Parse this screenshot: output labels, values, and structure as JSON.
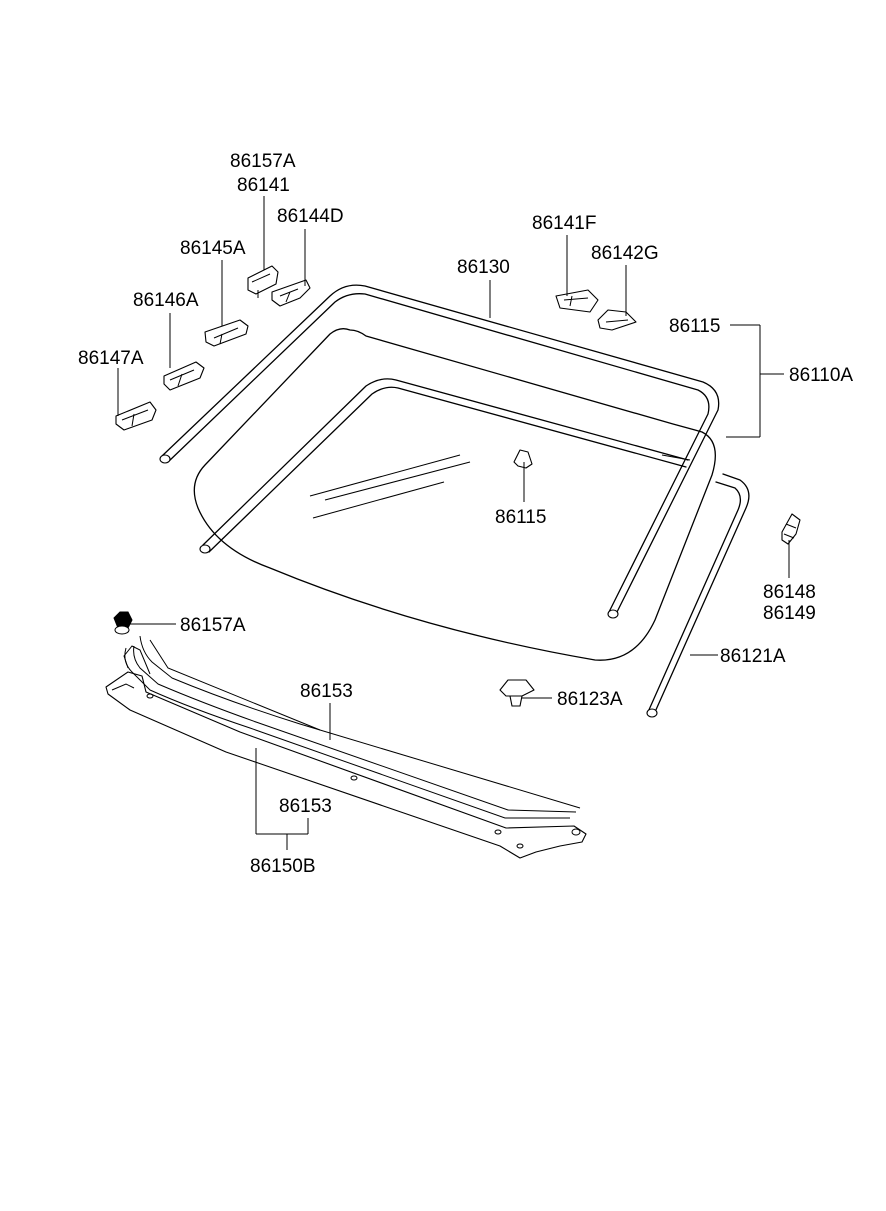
{
  "labels": {
    "l_86157A_top": "86157A",
    "l_86141": "86141",
    "l_86144D": "86144D",
    "l_86145A": "86145A",
    "l_86146A": "86146A",
    "l_86147A": "86147A",
    "l_86130": "86130",
    "l_86141F": "86141F",
    "l_86142G": "86142G",
    "l_86115_right": "86115",
    "l_86110A": "86110A",
    "l_86115_center": "86115",
    "l_86148": "86148",
    "l_86149": "86149",
    "l_86157A_left": "86157A",
    "l_86121A": "86121A",
    "l_86153_upper": "86153",
    "l_86123A": "86123A",
    "l_86153_lower": "86153",
    "l_86150B": "86150B"
  }
}
